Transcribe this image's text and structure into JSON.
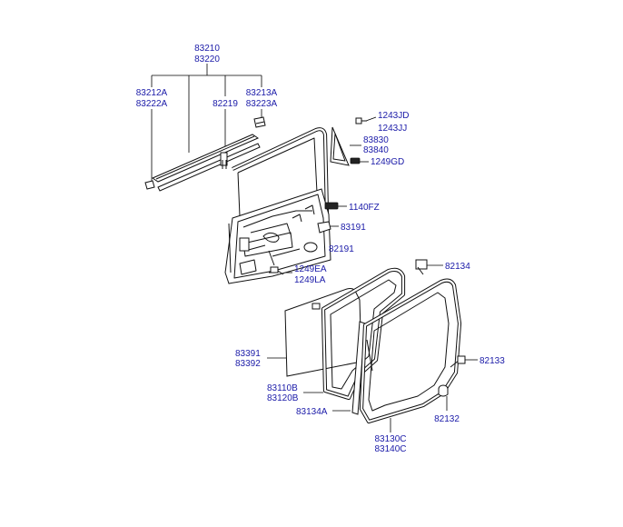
{
  "labels": {
    "p83210": "83210",
    "p83220": "83220",
    "p83212A": "83212A",
    "p83222A": "83222A",
    "p82219": "82219",
    "p83213A": "83213A",
    "p83223A": "83223A",
    "p1243JD": "1243JD",
    "p1243JJ": "1243JJ",
    "p83830": "83830",
    "p83840": "83840",
    "p1249GD": "1249GD",
    "p1140FZ": "1140FZ",
    "p83191": "83191",
    "p82191": "82191",
    "p82134": "82134",
    "p1249EA": "1249EA",
    "p1249LA": "1249LA",
    "p83391": "83391",
    "p83392": "83392",
    "p82133": "82133",
    "p83110B": "83110B",
    "p83120B": "83120B",
    "p82132": "82132",
    "p83134A": "83134A",
    "p83130C": "83130C",
    "p83140C": "83140C"
  },
  "colors": {
    "label": "#1a1aa8",
    "line": "#000000",
    "background": "#ffffff"
  }
}
